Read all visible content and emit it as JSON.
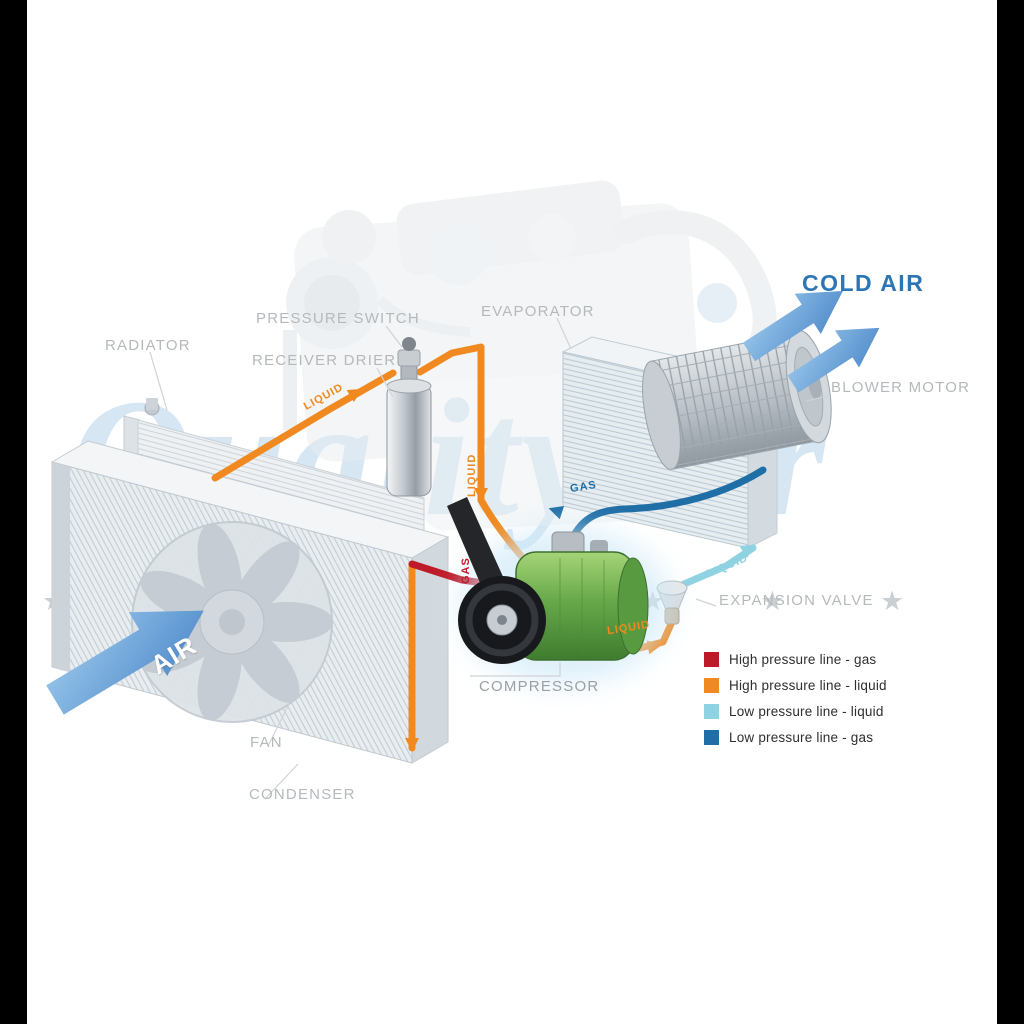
{
  "scene": {
    "cold_air_label": "COLD AIR",
    "air_label": "AIR"
  },
  "labels": {
    "radiator": "RADIATOR",
    "pressure_switch": "PRESSURE SWITCH",
    "receiver_drier": "RECEIVER DRIER",
    "evaporator": "EVAPORATOR",
    "blower_motor": "BLOWER MOTOR",
    "expansion_valve": "EXPANSION VALVE",
    "compressor": "COMPRESSOR",
    "fan": "FAN",
    "condenser": "CONDENSER"
  },
  "pipe_labels": {
    "condenser_to_drier": "LIQUID",
    "drier_down": "LIQUID",
    "compressor_to_condenser": "GAS",
    "evaporator_to_compressor": "GAS",
    "valve_to_evaporator": "LIQUID",
    "to_expansion_valve": "LIQUID"
  },
  "legend": {
    "items": [
      {
        "label": "High pressure line - gas",
        "color": "#bf1a2a"
      },
      {
        "label": "High pressure line - liquid",
        "color": "#f0891f"
      },
      {
        "label": "Low pressure line - liquid",
        "color": "#8fd2e2"
      },
      {
        "label": "Low pressure line - gas",
        "color": "#1f6ea6"
      }
    ]
  },
  "colors": {
    "cold_air_text": "#2d76b5",
    "air_arrow": "#4a86c8"
  },
  "watermark": {
    "text": "QualityAir",
    "stars": "★ ★ ★ ★ ★ ★ ★ ★ ★ ★ ★"
  }
}
